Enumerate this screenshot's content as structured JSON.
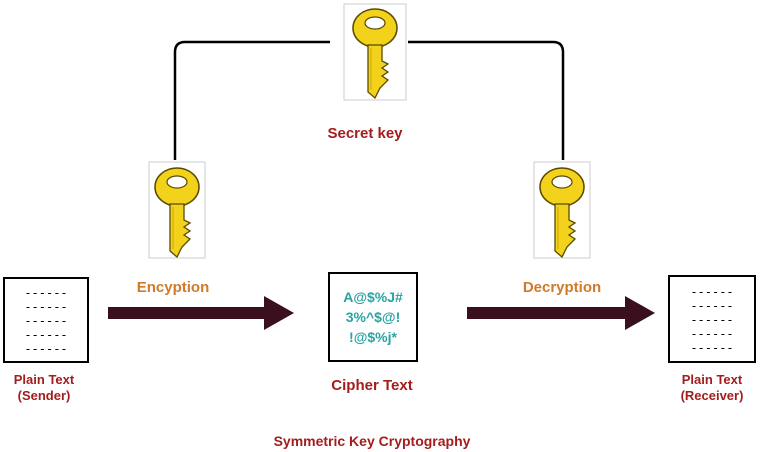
{
  "labels": {
    "secret_key": "Secret key",
    "encryption": "Encyption",
    "decryption": "Decryption",
    "cipher_text": "Cipher Text",
    "sender_line1": "Plain Text",
    "sender_line2": "(Sender)",
    "receiver_line1": "Plain Text",
    "receiver_line2": "(Receiver)",
    "footer": "Symmetric Key Cryptography"
  },
  "sender_doc": {
    "lines": [
      "------",
      "------",
      "------",
      "------",
      "------"
    ]
  },
  "receiver_doc": {
    "lines": [
      "------",
      "------",
      "------",
      "------",
      "------"
    ]
  },
  "cipher_doc": {
    "lines": [
      "A@$%J#",
      "3%^$@!",
      "!@$%j*"
    ]
  },
  "colors": {
    "key_fill": "#f2d21b",
    "key_outline": "#5a4a00",
    "arrow": "#3a0f1e",
    "label_red": "#a31d1d",
    "label_orange": "#d07a2a",
    "cipher_teal": "#2aa3a3",
    "line": "#000000"
  },
  "icons": [
    "key-icon",
    "arrow-right-icon",
    "document-icon"
  ]
}
